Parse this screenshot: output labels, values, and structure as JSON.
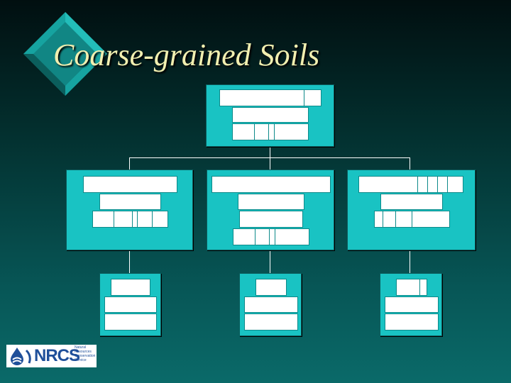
{
  "slide": {
    "title": "Coarse-grained Soils",
    "title_color": "#f1efb0",
    "background_color": "#075656",
    "box_color": "#19c3c3"
  },
  "logo": {
    "acronym": "NRCS",
    "subtitle": "Natural Resources Conservation Service"
  }
}
